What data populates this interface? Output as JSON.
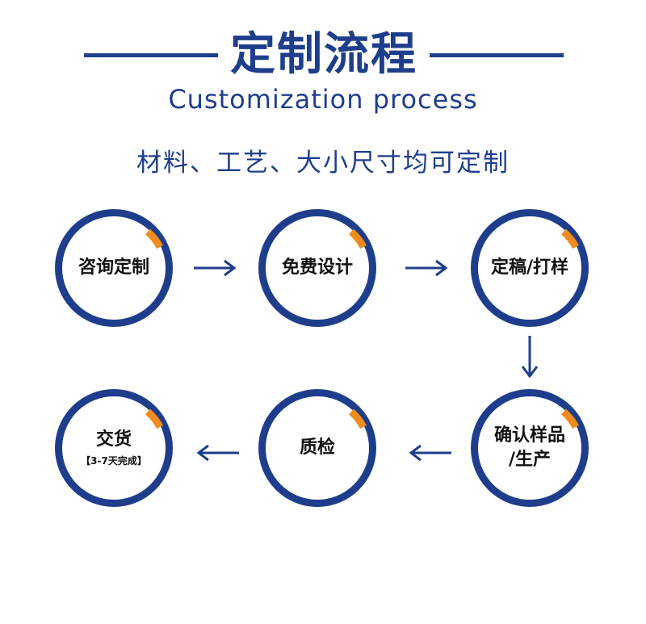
{
  "header": {
    "title": "定制流程",
    "subtitle": "Customization process",
    "tagline": "材料、工艺、大小尺寸均可定制"
  },
  "steps": [
    {
      "label": "咨询定制"
    },
    {
      "label": "免费设计"
    },
    {
      "label": "定稿/打样"
    },
    {
      "label_line1": "确认样品",
      "label_line2": "/生产"
    },
    {
      "label": "质检"
    },
    {
      "label": "交货",
      "sub": "【3-7天完成】"
    }
  ],
  "colors": {
    "brand_blue": "#1e3e8c",
    "accent_orange": "#f08c1e"
  }
}
